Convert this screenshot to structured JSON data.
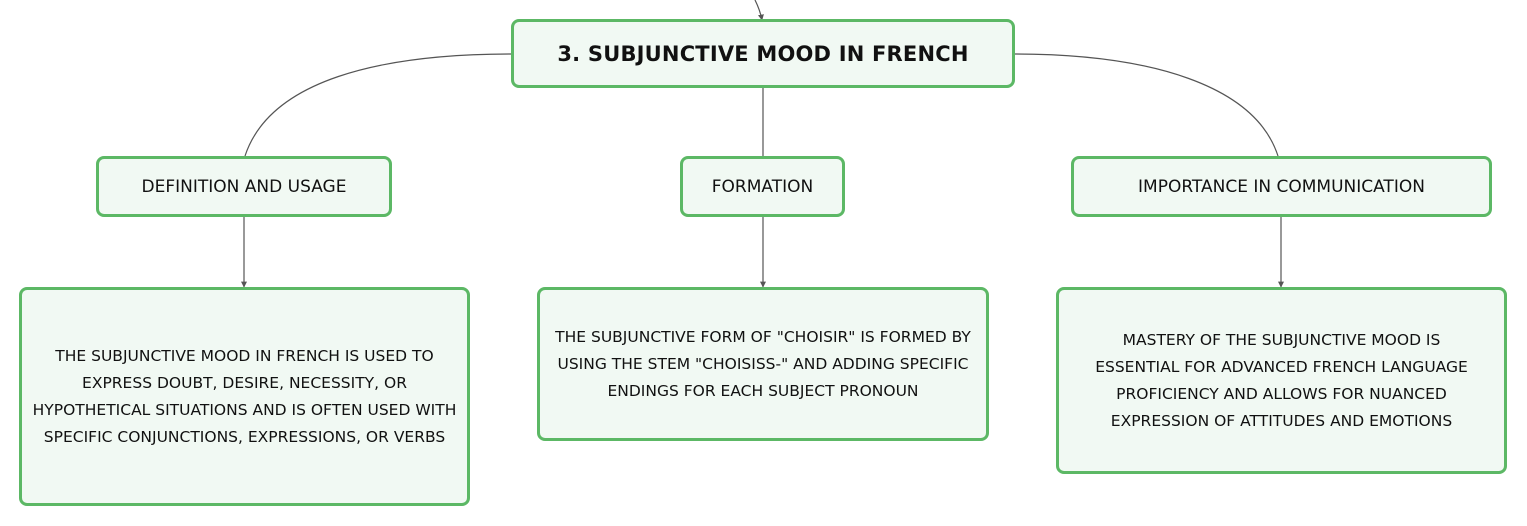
{
  "mindmap": {
    "root": {
      "label": "3. SUBJUNCTIVE MOOD IN FRENCH"
    },
    "branches": [
      {
        "label": "DEFINITION AND USAGE",
        "detail": "THE SUBJUNCTIVE MOOD IN FRENCH IS USED TO EXPRESS DOUBT, DESIRE, NECESSITY, OR HYPOTHETICAL SITUATIONS AND IS OFTEN USED WITH SPECIFIC CONJUNCTIONS, EXPRESSIONS, OR VERBS"
      },
      {
        "label": "FORMATION",
        "detail": "THE SUBJUNCTIVE FORM OF \"CHOISIR\" IS FORMED BY USING THE STEM \"CHOISISS-\" AND ADDING SPECIFIC ENDINGS FOR EACH SUBJECT PRONOUN"
      },
      {
        "label": "IMPORTANCE IN COMMUNICATION",
        "detail": "MASTERY OF THE SUBJUNCTIVE MOOD IS ESSENTIAL FOR ADVANCED FRENCH LANGUAGE PROFICIENCY AND ALLOWS FOR NUANCED EXPRESSION OF ATTITUDES AND EMOTIONS"
      }
    ],
    "colors": {
      "node_border": "#5cb865",
      "node_fill": "#f1f9f3",
      "connector": "#555555",
      "text": "#111111"
    }
  }
}
